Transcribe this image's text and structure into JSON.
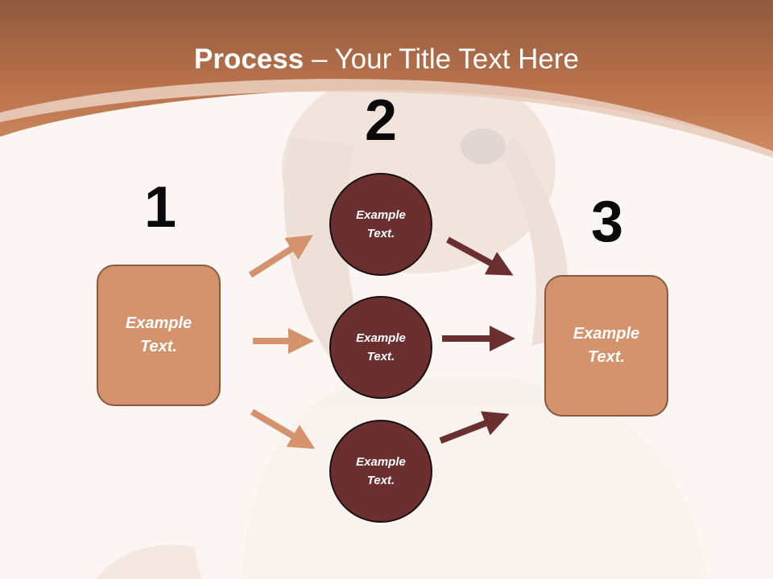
{
  "slide": {
    "title_bold": "Process",
    "title_rest": " – Your Title Text Here",
    "colors": {
      "header": "#b8714b",
      "box_fill": "#d4936c",
      "circle_fill": "#6b2f30",
      "arrow_light": "#d4936c",
      "arrow_dark": "#6b2f30"
    }
  },
  "steps": {
    "one": {
      "number": "1",
      "box_text": "Example\nText."
    },
    "two": {
      "number": "2",
      "circles": [
        "Example\nText.",
        "Example\nText.",
        "Example\nText."
      ]
    },
    "three": {
      "number": "3",
      "box_text": "Example\nText."
    }
  }
}
